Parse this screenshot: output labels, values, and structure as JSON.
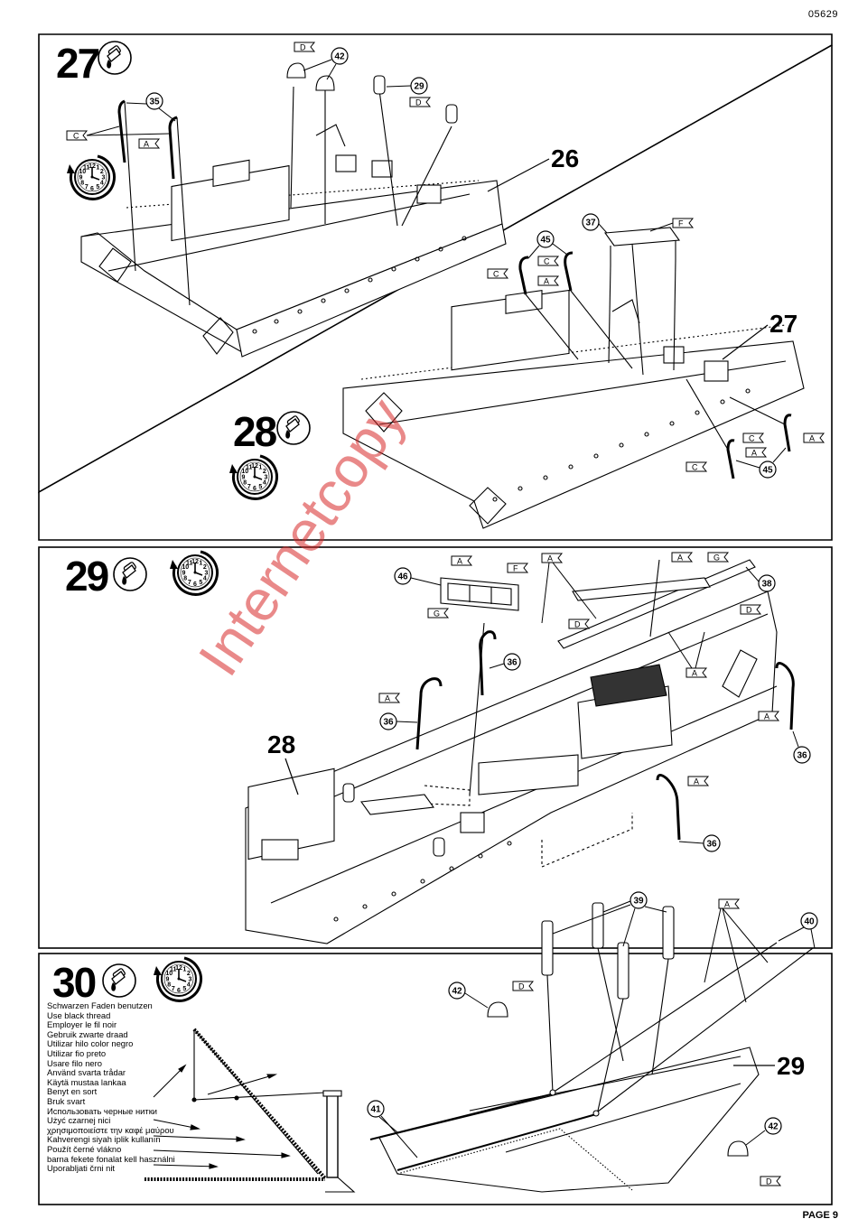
{
  "header": {
    "doc_code": "05629"
  },
  "footer": {
    "page_label": "PAGE 9"
  },
  "watermark": {
    "text": "Internetcopy"
  },
  "steps": [
    {
      "number": "27"
    },
    {
      "number": "28"
    },
    {
      "number": "29"
    },
    {
      "number": "30"
    }
  ],
  "step27": {
    "part_refs": [
      "35",
      "42",
      "29"
    ],
    "paint_flags": [
      "C",
      "A",
      "D",
      "D"
    ],
    "assembly_ref": "26"
  },
  "step28": {
    "part_refs": [
      "37",
      "45",
      "45"
    ],
    "paint_flags": [
      "C",
      "C",
      "A",
      "F",
      "C",
      "A",
      "C",
      "A"
    ],
    "assembly_ref": "27"
  },
  "step29": {
    "part_refs": [
      "46",
      "38",
      "36",
      "36",
      "36",
      "36"
    ],
    "paint_flags": [
      "A",
      "F",
      "G",
      "A",
      "A",
      "G",
      "D",
      "D",
      "A",
      "A",
      "A",
      "A"
    ],
    "assembly_ref": "28"
  },
  "step30": {
    "part_refs": [
      "39",
      "40",
      "42",
      "41",
      "42"
    ],
    "paint_flags": [
      "A",
      "D",
      "D"
    ],
    "assembly_ref": "29",
    "thread_instructions": [
      "Schwarzen Faden benutzen",
      "Use black thread",
      "Employer le fil noir",
      "Gebruik zwarte draad",
      "Utilizar hilo color negro",
      "Utilizar fio preto",
      "Usare filo nero",
      "Använd svarta trådar",
      "Käytä mustaa lankaa",
      "Benyt en sort",
      "Bruk svart",
      "Использовать черные нитки",
      "Użyć czarnej nici",
      "χρησιμοποιείστε την καφέ μαύρου",
      "Kahverengi siyah iplik kullanın",
      "Použít černé vlákno",
      "barna fekete fonalat kell használni",
      "Uporabljati črni nit"
    ]
  },
  "clock_numerals": [
    "12",
    "1",
    "2",
    "3",
    "4",
    "5",
    "6",
    "7",
    "8",
    "9",
    "10",
    "11"
  ],
  "icon_names": [
    "glue-tube-icon",
    "drying-clock-icon",
    "part-number-bubble",
    "paint-color-flag"
  ]
}
